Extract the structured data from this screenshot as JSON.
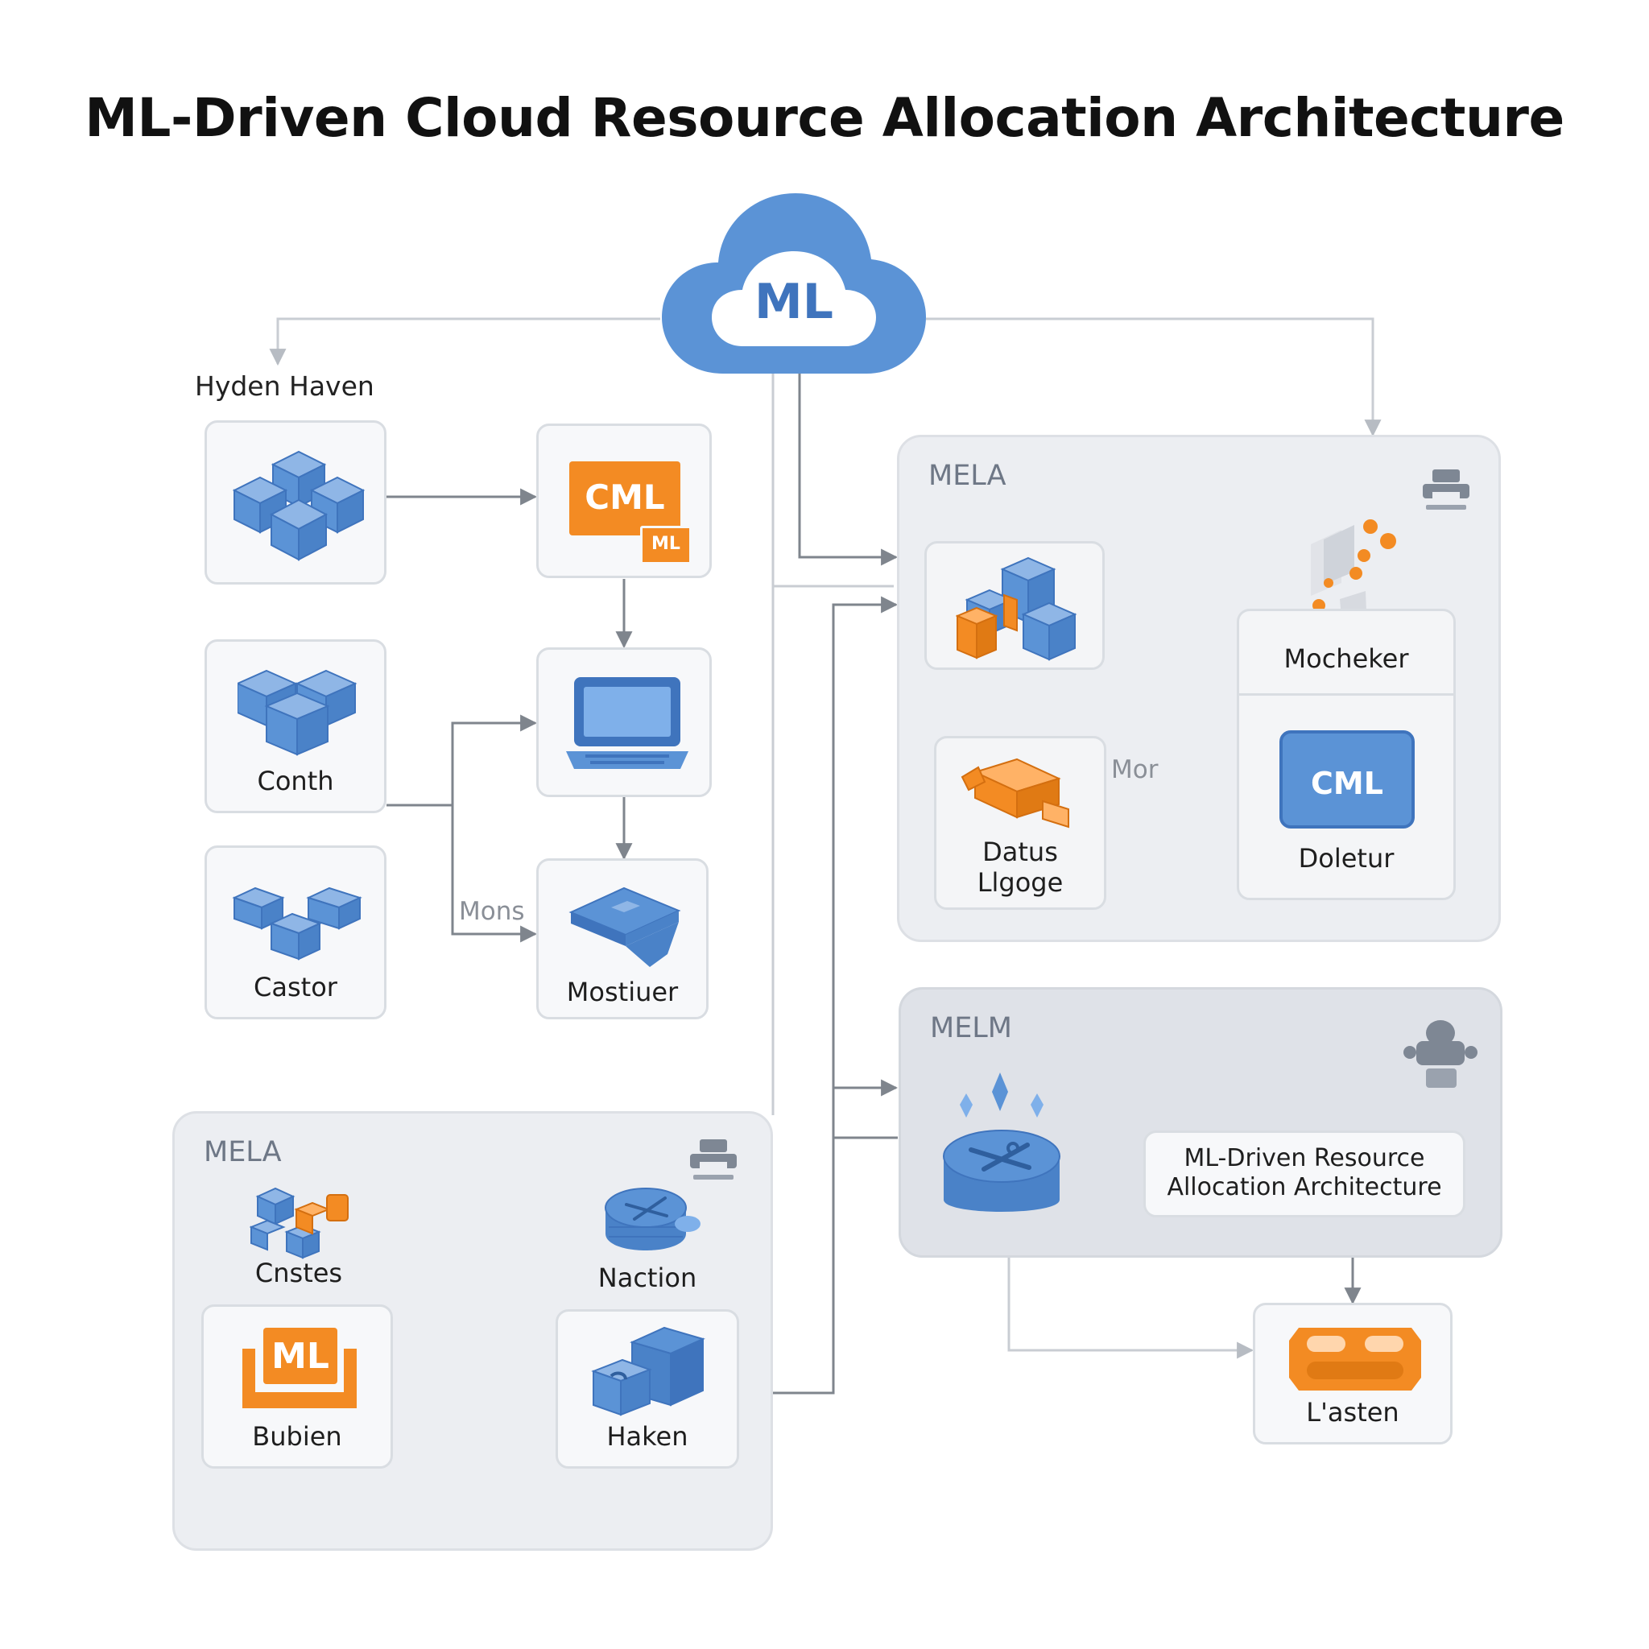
{
  "title": "ML-Driven Cloud Resource Allocation Architecture",
  "cloud": {
    "label": "ML"
  },
  "top_left_label": "Hyden Haven",
  "left_nodes": {
    "cubes": {
      "label": ""
    },
    "cml_card": {
      "main": "CML",
      "badge": "ML"
    },
    "conth": {
      "label": "Conth"
    },
    "laptop": {
      "label": ""
    },
    "castor": {
      "label": "Castor"
    },
    "mostiuer": {
      "label": "Mostiuer"
    },
    "edge_mons": "Mons"
  },
  "group_top_right": {
    "title": "MELA",
    "datus": {
      "label": "Datus\nLlgoge"
    },
    "mocheker": {
      "label": "Mocheker"
    },
    "doletur": {
      "label": "Doletur",
      "button": "CML"
    },
    "edge_mor": "Mor"
  },
  "group_mid_right": {
    "title": "MELM",
    "callout": "ML-Driven Resource\nAllocation Architecture"
  },
  "lasten": {
    "label": "L'asten"
  },
  "group_bottom_left": {
    "title": "MELA",
    "cnstes": {
      "label": "Cnstes"
    },
    "naction": {
      "label": "Naction"
    },
    "bubien": {
      "label": "Bubien",
      "badge": "ML"
    },
    "haken": {
      "label": "Haken"
    }
  },
  "colors": {
    "blue": "#5b93d6",
    "blue_dark": "#3f74bd",
    "orange": "#f38b23",
    "wire": "#7f858d",
    "wire_light": "#c9cdd3",
    "group_bg": "#eceef2"
  },
  "icons": [
    "cloud-icon",
    "cubes-icon",
    "laptop-icon",
    "server-tray-icon",
    "router-icon",
    "printer-icon",
    "robot-icon",
    "chip-icon",
    "diamond-icon"
  ]
}
